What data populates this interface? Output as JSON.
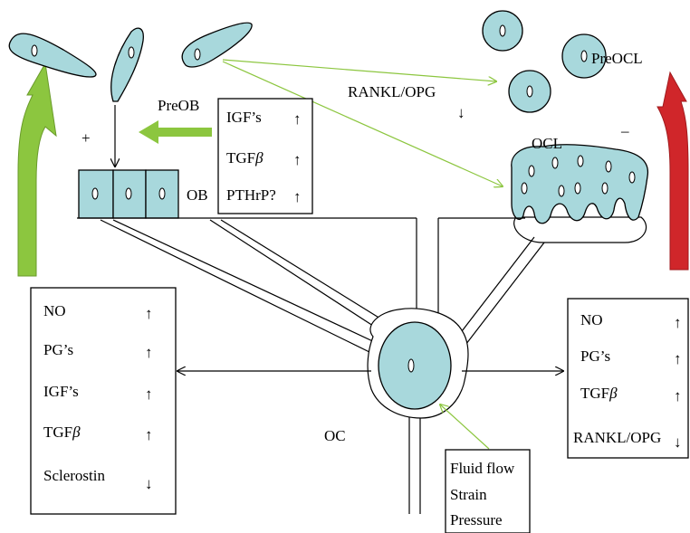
{
  "labels": {
    "preob": "PreOB",
    "ob": "OB",
    "preocl": "PreOCL",
    "ocl": "OCL",
    "oc": "OC",
    "rankl_opg": "RANKL/OPG",
    "rankl_opg_arrow": "↓",
    "plus": "+",
    "minus": "–"
  },
  "ob_factors": [
    {
      "name": "IGF’s",
      "arrow": "↑"
    },
    {
      "name": "TGF",
      "greek": "β",
      "arrow": "↑"
    },
    {
      "name": "PTHrP?",
      "arrow": "↑"
    }
  ],
  "left_factors": [
    {
      "name": "NO",
      "arrow": "↑"
    },
    {
      "name": "PG’s",
      "arrow": "↑"
    },
    {
      "name": "IGF’s",
      "arrow": "↑"
    },
    {
      "name": "TGF",
      "greek": "β",
      "arrow": "↑"
    },
    {
      "name": "Sclerostin",
      "arrow": "↓"
    }
  ],
  "right_factors": [
    {
      "name": "NO",
      "arrow": "↑"
    },
    {
      "name": "PG’s",
      "arrow": "↑"
    },
    {
      "name": "TGF",
      "greek": "β",
      "arrow": "↑"
    },
    {
      "name": "RANKL/OPG",
      "arrow": "↓"
    }
  ],
  "stimuli": [
    "Fluid flow",
    "Strain",
    "Pressure"
  ],
  "colors": {
    "cell_fill": "#a8d8dc",
    "green_arrow": "#8cc63f",
    "red_arrow": "#d0262a",
    "green_line": "#8cc63f"
  }
}
